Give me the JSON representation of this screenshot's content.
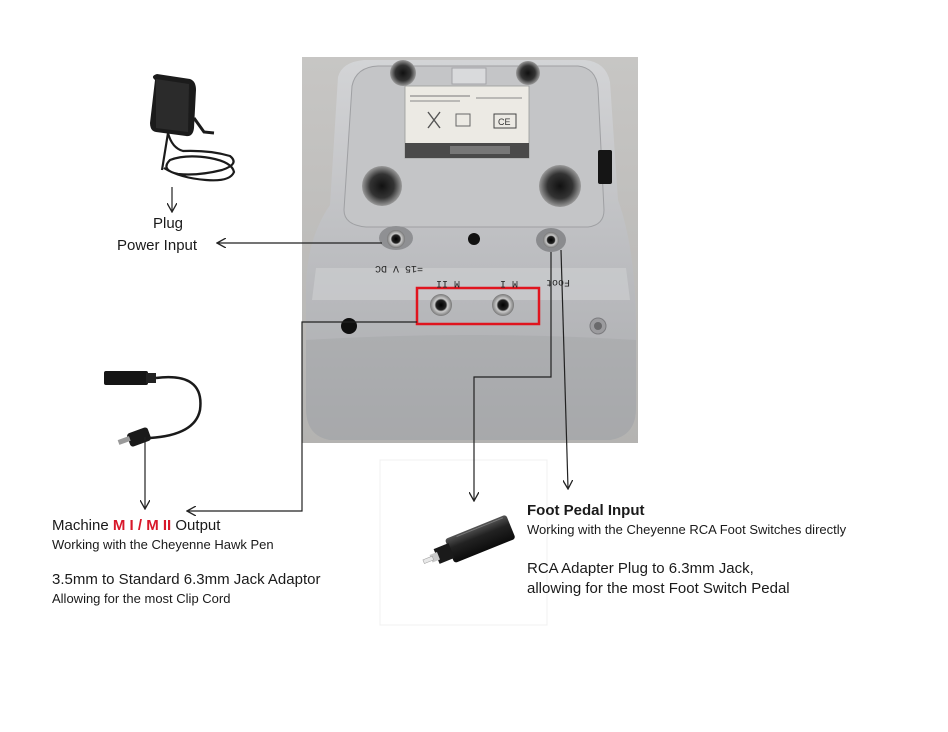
{
  "power": {
    "plug_label": "Plug",
    "input_label": "Power Input"
  },
  "device": {
    "label_dc": "=15 V DC",
    "label_m2": "M II",
    "label_m1": "M I",
    "label_foot": "Foot"
  },
  "machine": {
    "prefix": "Machine",
    "highlight": "M I / M II",
    "suffix": "Output",
    "note": "Working with the Cheyenne Hawk Pen",
    "adaptor_title": "3.5mm  to Standard 6.3mm Jack Adaptor",
    "adaptor_note": "Allowing for the most Clip Cord"
  },
  "foot": {
    "title": "Foot Pedal Input",
    "note": "Working with the Cheyenne RCA Foot Switches directly",
    "adapter_line1": "RCA  Adapter Plug to 6.3mm Jack,",
    "adapter_line2": "allowing for the most Foot Switch Pedal"
  },
  "colors": {
    "highlight_box": "#e0141e",
    "device_body": "#b8b9bc",
    "arrow": "#222222"
  }
}
